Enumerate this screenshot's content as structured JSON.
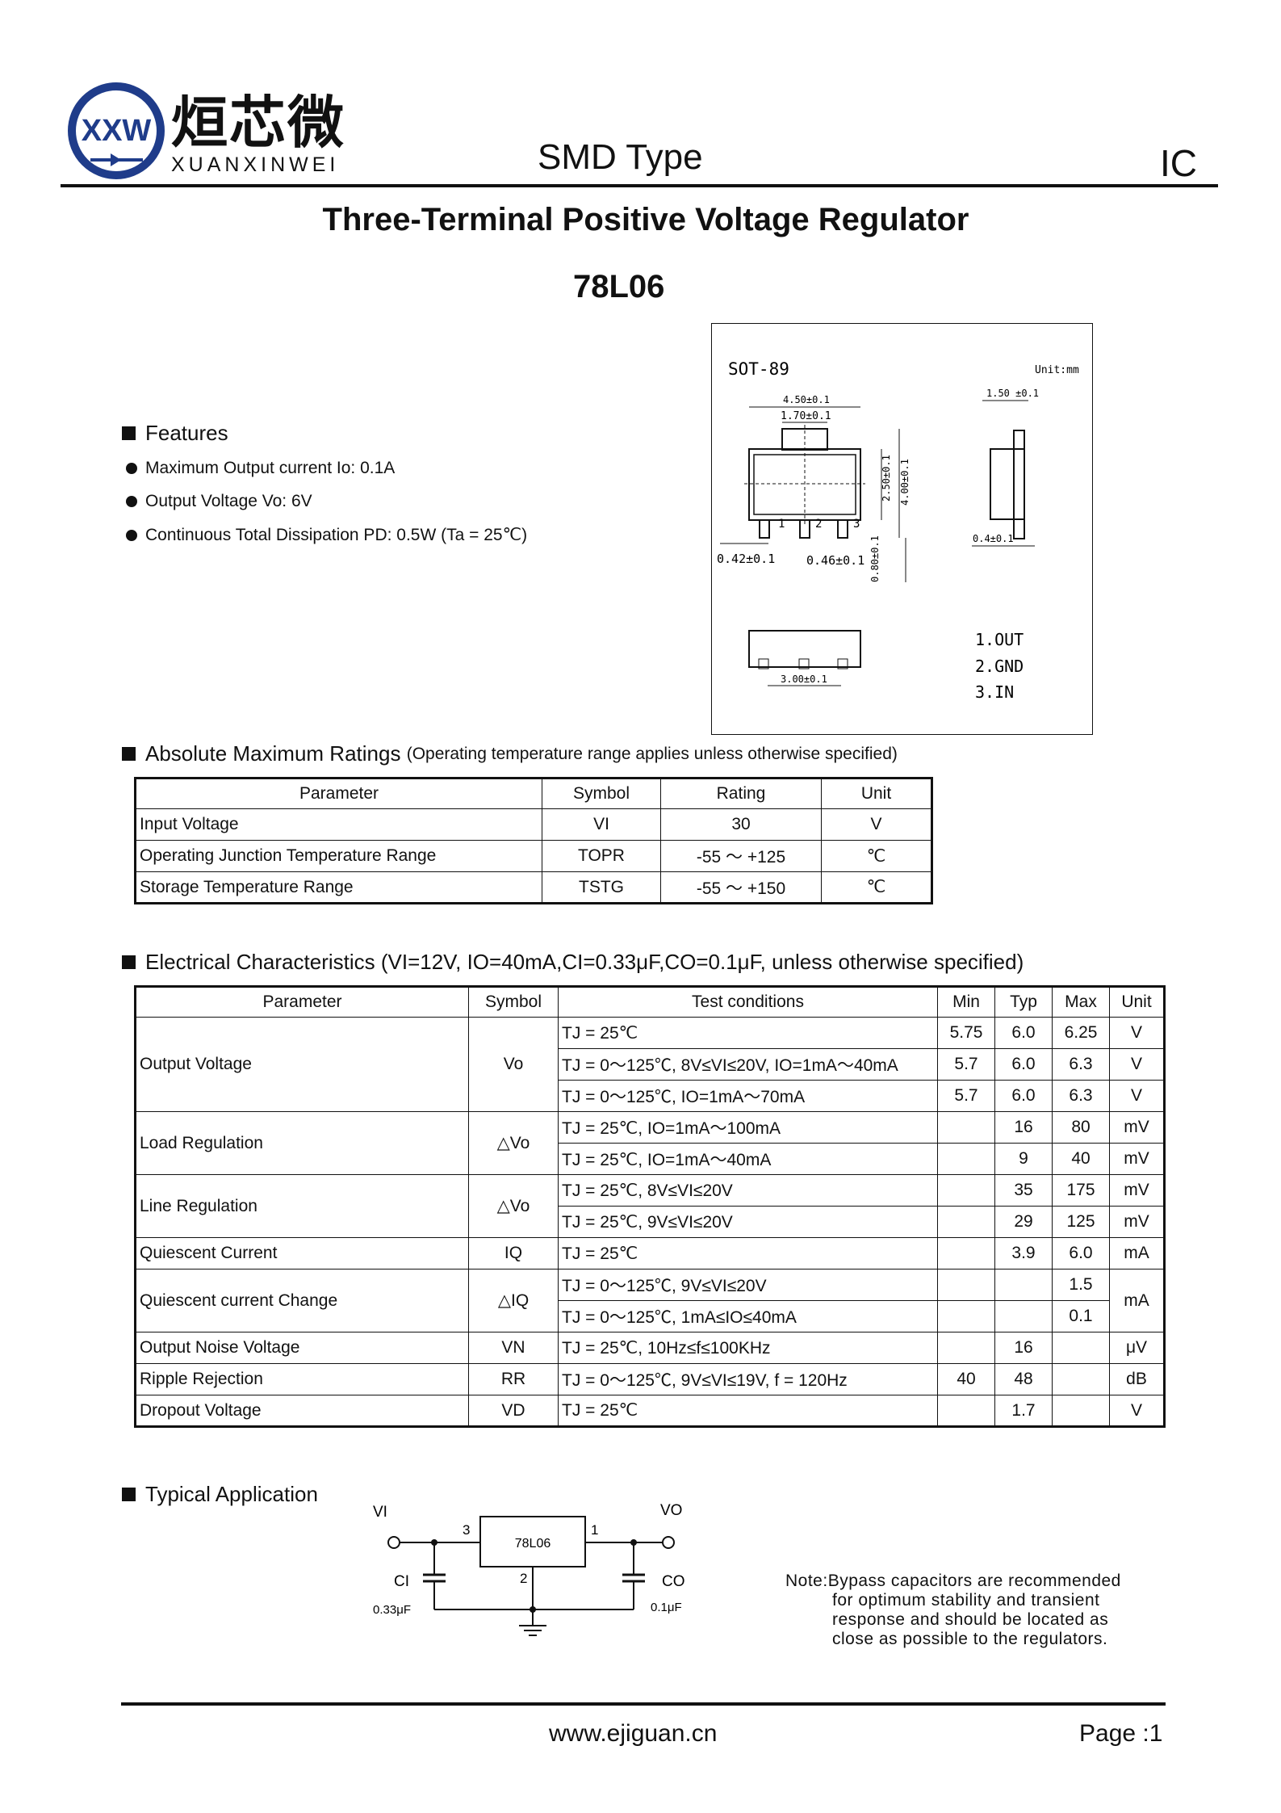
{
  "header": {
    "logo_mark": "XXW",
    "logo_cn": "烜芯微",
    "logo_en": "XUANXINWEI",
    "type": "SMD Type",
    "category": "IC"
  },
  "title": "Three-Terminal Positive Voltage Regulator",
  "part": "78L06",
  "package": {
    "name": "SOT-89",
    "unit": "Unit:mm",
    "dims": {
      "w450": "4.50±0.1",
      "w170": "1.70±0.1",
      "h250": "2.50±0.1",
      "h400": "4.00±0.1",
      "t150": "1.50 ±0.1",
      "p042": "0.42±0.1",
      "p046": "0.46±0.1",
      "h080": "0.80±0.1",
      "t040": "0.4±0.1",
      "w300": "3.00±0.1",
      "pin1": "1",
      "pin2": "2",
      "pin3": "3"
    },
    "pins": [
      "1.OUT",
      "2.GND",
      "3.IN"
    ]
  },
  "features": {
    "heading": "Features",
    "items": [
      "Maximum Output current Io: 0.1A",
      "Output Voltage Vo: 6V",
      "Continuous Total Dissipation PD: 0.5W (Ta = 25℃)"
    ]
  },
  "abs_max": {
    "heading": "Absolute Maximum Ratings",
    "note": "(Operating temperature range applies unless otherwise specified)",
    "headers": [
      "Parameter",
      "Symbol",
      "Rating",
      "Unit"
    ],
    "rows": [
      [
        "Input Voltage",
        "VI",
        "30",
        "V"
      ],
      [
        "Operating Junction Temperature Range",
        "TOPR",
        "-55 ～ +125",
        "℃"
      ],
      [
        "Storage Temperature Range",
        "TSTG",
        "-55 ～ +150",
        "℃"
      ]
    ]
  },
  "elec": {
    "heading": "Electrical Characteristics (VI=12V, IO=40mA,CI=0.33μF,CO=0.1μF, unless otherwise specified)",
    "headers": [
      "Parameter",
      "Symbol",
      "Test conditions",
      "Min",
      "Typ",
      "Max",
      "Unit"
    ],
    "groups": [
      {
        "param": "Output Voltage",
        "symbol": "Vo",
        "rows": [
          {
            "cond": "TJ = 25℃",
            "min": "5.75",
            "typ": "6.0",
            "max": "6.25",
            "unit": "V"
          },
          {
            "cond": "TJ = 0～125℃, 8V≤VI≤20V, IO=1mA～40mA",
            "min": "5.7",
            "typ": "6.0",
            "max": "6.3",
            "unit": "V"
          },
          {
            "cond": "TJ = 0～125℃, IO=1mA～70mA",
            "min": "5.7",
            "typ": "6.0",
            "max": "6.3",
            "unit": "V"
          }
        ]
      },
      {
        "param": "Load Regulation",
        "symbol": "△Vo",
        "rows": [
          {
            "cond": "TJ = 25℃, IO=1mA～100mA",
            "min": "",
            "typ": "16",
            "max": "80",
            "unit": "mV"
          },
          {
            "cond": "TJ = 25℃, IO=1mA～40mA",
            "min": "",
            "typ": "9",
            "max": "40",
            "unit": "mV"
          }
        ]
      },
      {
        "param": "Line Regulation",
        "symbol": "△Vo",
        "rows": [
          {
            "cond": "TJ = 25℃, 8V≤VI≤20V",
            "min": "",
            "typ": "35",
            "max": "175",
            "unit": "mV"
          },
          {
            "cond": "TJ = 25℃, 9V≤VI≤20V",
            "min": "",
            "typ": "29",
            "max": "125",
            "unit": "mV"
          }
        ]
      },
      {
        "param": "Quiescent Current",
        "symbol": "IQ",
        "rows": [
          {
            "cond": "TJ = 25℃",
            "min": "",
            "typ": "3.9",
            "max": "6.0",
            "unit": "mA"
          }
        ]
      },
      {
        "param": "Quiescent current Change",
        "symbol": "△IQ",
        "unit_merged": "mA",
        "rows": [
          {
            "cond": "TJ = 0～125℃, 9V≤VI≤20V",
            "min": "",
            "typ": "",
            "max": "1.5"
          },
          {
            "cond": "TJ = 0～125℃, 1mA≤IO≤40mA",
            "min": "",
            "typ": "",
            "max": "0.1"
          }
        ]
      },
      {
        "param": "Output Noise Voltage",
        "symbol": "VN",
        "rows": [
          {
            "cond": "TJ = 25℃, 10Hz≤f≤100KHz",
            "min": "",
            "typ": "16",
            "max": "",
            "unit": "μV"
          }
        ]
      },
      {
        "param": "Ripple Rejection",
        "symbol": "RR",
        "rows": [
          {
            "cond": "TJ = 0～125℃, 9V≤VI≤19V, f = 120Hz",
            "min": "40",
            "typ": "48",
            "max": "",
            "unit": "dB"
          }
        ]
      },
      {
        "param": "Dropout Voltage",
        "symbol": "VD",
        "rows": [
          {
            "cond": "TJ = 25℃",
            "min": "",
            "typ": "1.7",
            "max": "",
            "unit": "V"
          }
        ]
      }
    ]
  },
  "app": {
    "heading": "Typical Application",
    "vi": "VI",
    "vo": "VO",
    "chip": "78L06",
    "pin3": "3",
    "pin1": "1",
    "pin2": "2",
    "ci": "CI",
    "co": "CO",
    "ci_val": "0.33μF",
    "co_val": "0.1μF",
    "note_lines": [
      "Note:Bypass capacitors are recommended",
      "for optimum stability and transient",
      "response and should be located as",
      "close as possible to the regulators."
    ]
  },
  "footer": {
    "url": "www.ejiguan.cn",
    "page": "Page :1"
  }
}
